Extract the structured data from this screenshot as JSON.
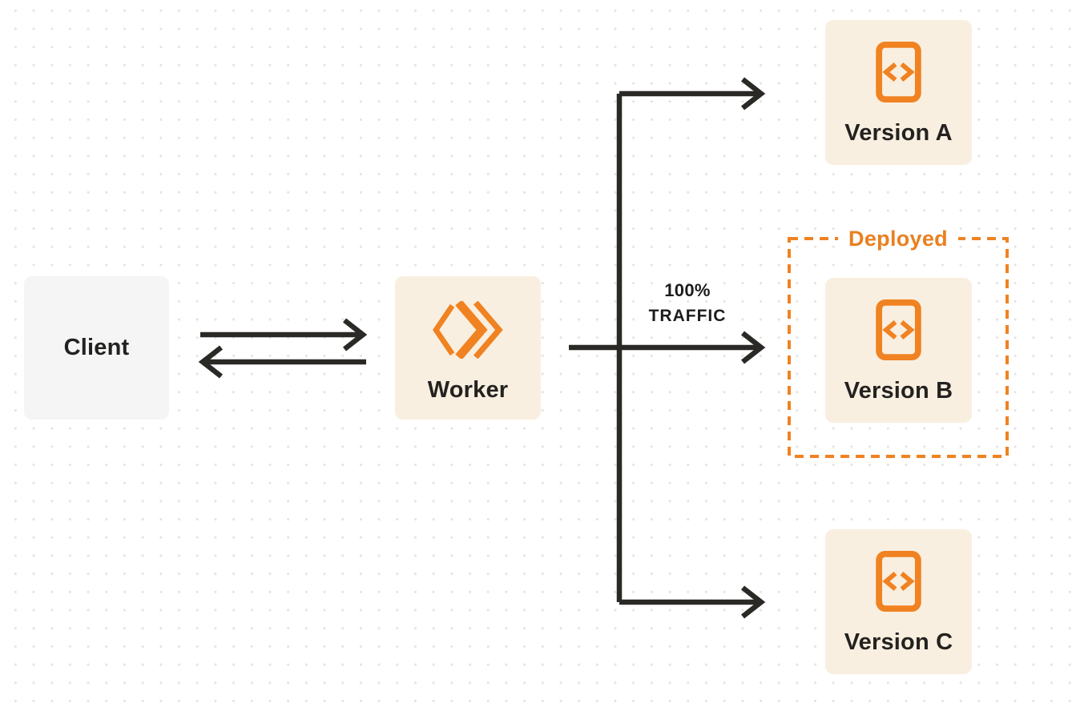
{
  "diagram": {
    "client": {
      "label": "Client"
    },
    "worker": {
      "label": "Worker"
    },
    "versions": [
      {
        "label": "Version A",
        "deployed": false
      },
      {
        "label": "Version B",
        "deployed": true
      },
      {
        "label": "Version C",
        "deployed": false
      }
    ],
    "deployed_box_label": "Deployed",
    "traffic_label": {
      "line1": "100%",
      "line2": "TRAFFIC"
    }
  },
  "icons": {
    "worker_icon": "workers-logo-icon",
    "version_icon": "code-file-icon"
  },
  "colors": {
    "background": "#ffffff",
    "dot": "#e4e4e4",
    "panel_cream": "#f9efe0",
    "panel_gray": "#f5f5f6",
    "orange": "#f08221",
    "orange_text": "#e9801f",
    "line_dark": "#2a2925",
    "text_dark": "#232220"
  }
}
